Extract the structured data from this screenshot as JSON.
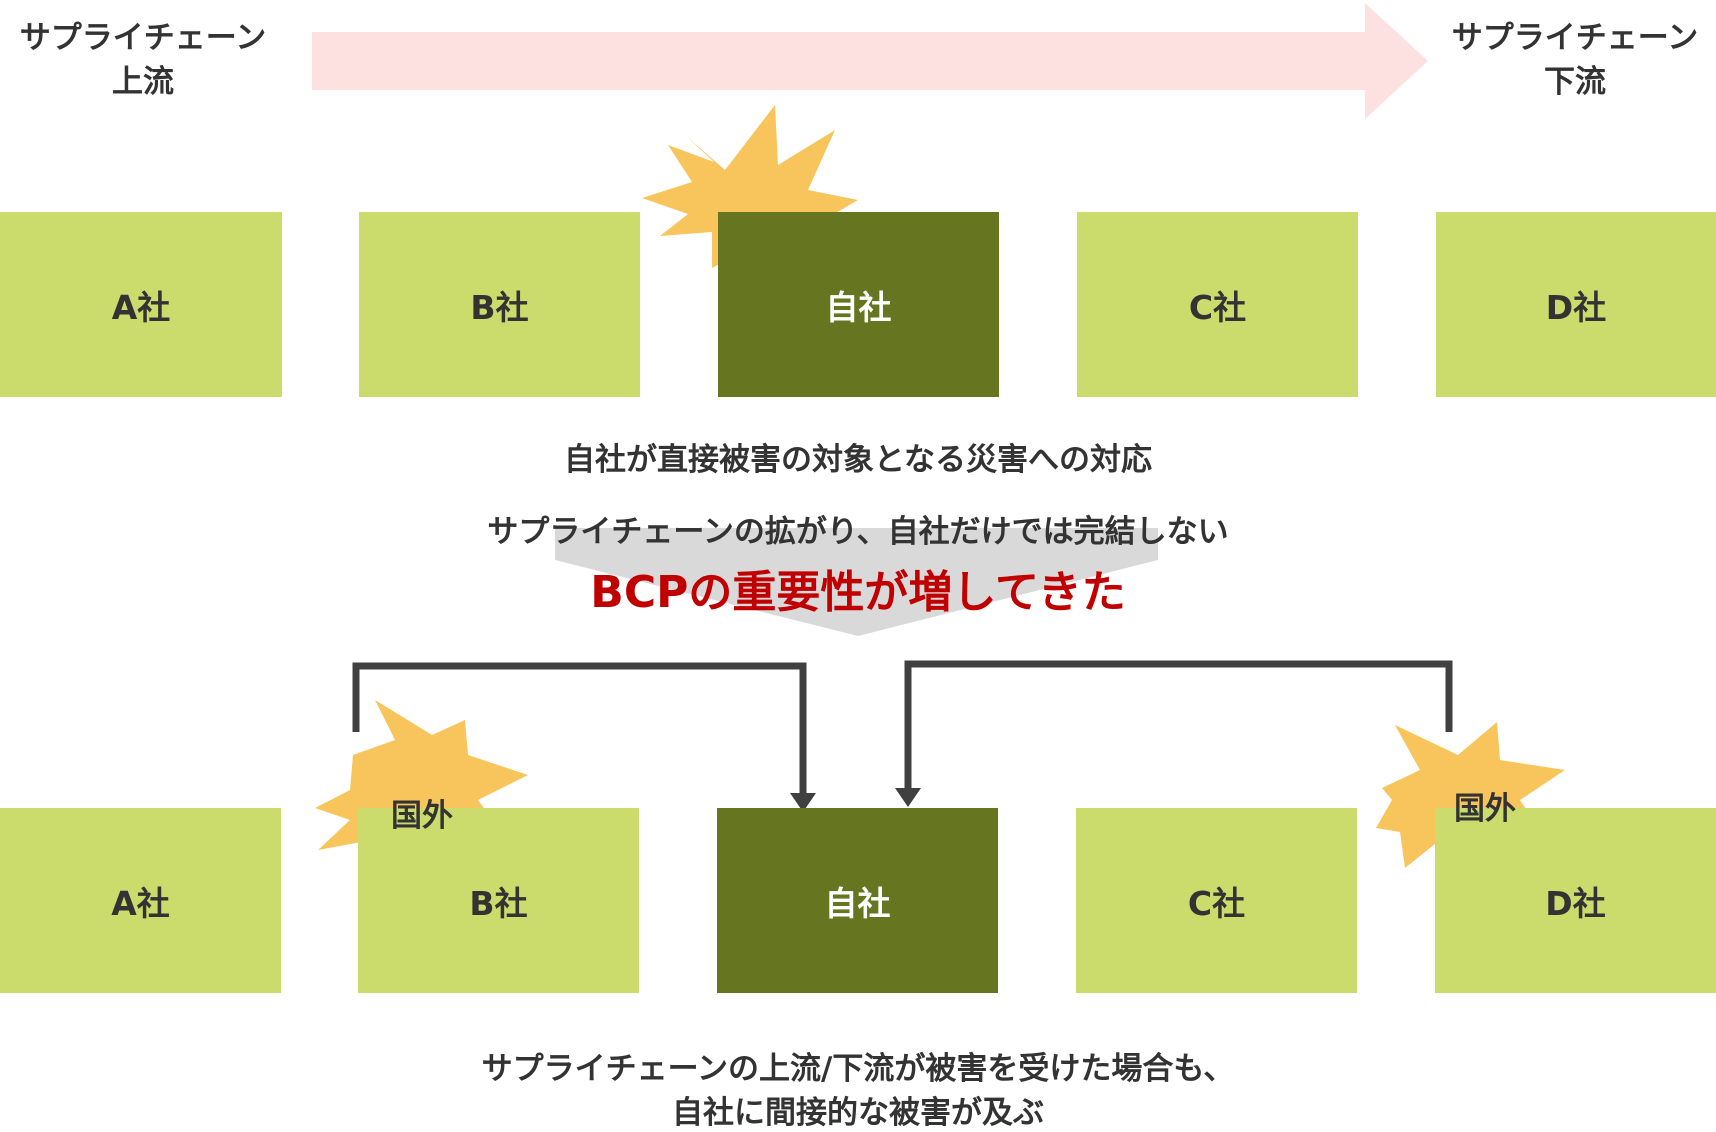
{
  "header": {
    "upstream_line1": "サプライチェーン",
    "upstream_line2": "上流",
    "downstream_line1": "サプライチェーン",
    "downstream_line2": "下流"
  },
  "top_row": {
    "companies": [
      "A社",
      "B社",
      "自社",
      "C社",
      "D社"
    ]
  },
  "middle": {
    "caption_top": "自社が直接被害の対象となる災害への対応",
    "caption_mid": "サプライチェーンの拡がり、自社だけでは完結しない",
    "emphasis": "BCPの重要性が増してきた"
  },
  "bottom_row": {
    "companies": [
      "A社",
      "B社",
      "自社",
      "C社",
      "D社"
    ],
    "burst_left": "国外",
    "burst_right": "国外"
  },
  "footer": {
    "line1": "サプライチェーンの上流/下流が被害を受けた場合も、",
    "line2": "自社に間接的な被害が及ぶ"
  },
  "colors": {
    "partner_box": "#cbdc6c",
    "self_box": "#667620",
    "burst": "#f8c55c",
    "flow_arrow": "#fde0e0",
    "emphasis_text": "#c00000",
    "down_arrow": "#d9d9d9",
    "connector": "#404040"
  }
}
